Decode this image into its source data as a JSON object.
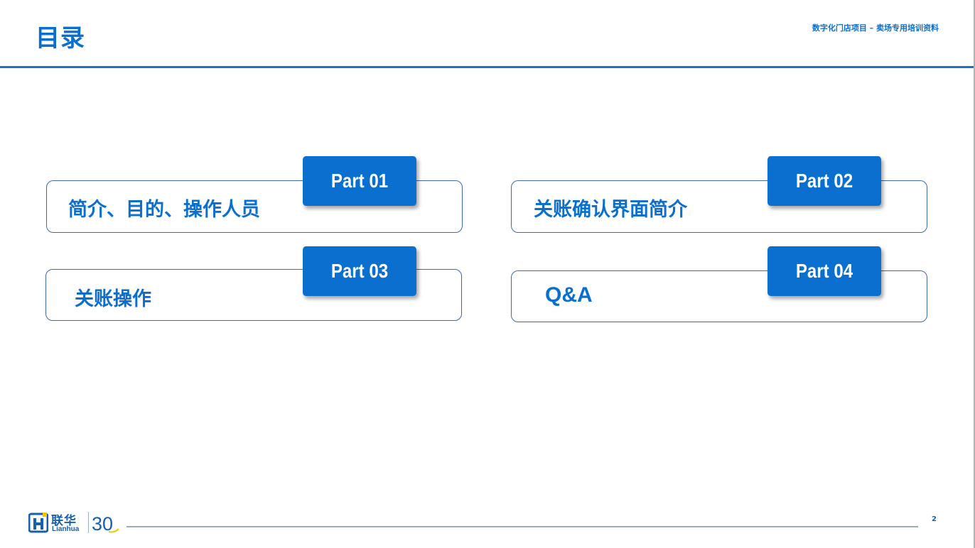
{
  "slide": {
    "title": "目录",
    "subtitle": "数字化门店项目 – 卖场专用培训资料",
    "page_number": "2"
  },
  "toc": [
    {
      "part": "Part 01",
      "label": "简介、目的、操作人员"
    },
    {
      "part": "Part 02",
      "label": "关账确认界面简介"
    },
    {
      "part": "Part 03",
      "label": "关账操作"
    },
    {
      "part": "Part 04",
      "label": "Q&A"
    }
  ],
  "logo": {
    "name_cn": "联华",
    "name_en": "Lianhua",
    "anniversary": "30"
  },
  "colors": {
    "accent": "#0a6fce",
    "card_border": "#3e68b0",
    "rule": "#1574cf"
  }
}
